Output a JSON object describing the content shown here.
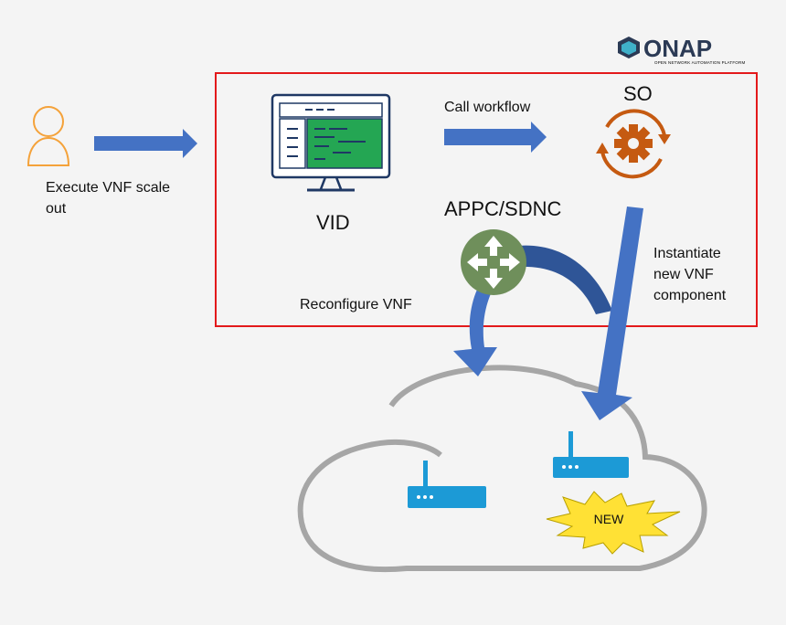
{
  "logo": {
    "name": "ONAP",
    "tagline": "OPEN NETWORK AUTOMATION PLATFORM"
  },
  "labels": {
    "execute": "Execute VNF scale",
    "execute_line2": "out",
    "call_workflow": "Call workflow",
    "so": "SO",
    "vid": "VID",
    "appc_sdnc": "APPC/SDNC",
    "instantiate_line1": "Instantiate",
    "instantiate_line2": "new VNF",
    "instantiate_line3": "component",
    "reconfigure": "Reconfigure VNF",
    "new_badge": "NEW"
  },
  "colors": {
    "arrow_blue": "#4472c4",
    "arrow_dark_blue": "#2f5597",
    "user_orange": "#f4a23a",
    "so_orange": "#c55a11",
    "router_green": "#6f8f5b",
    "screen_green": "#24a653",
    "monitor_navy": "#1f3864",
    "frame_red": "#e3191b",
    "cloud_gray": "#a6a6a6",
    "device_blue": "#1c9ad6",
    "starburst_yellow": "#ffe135",
    "logo_dark": "#2b3a55",
    "logo_teal": "#3fb0c9"
  },
  "icons": [
    "user-icon",
    "monitor-icon",
    "so-gear-icon",
    "router-icon",
    "cloud-icon",
    "network-device-icon",
    "new-starburst-icon",
    "onap-logo-icon"
  ]
}
